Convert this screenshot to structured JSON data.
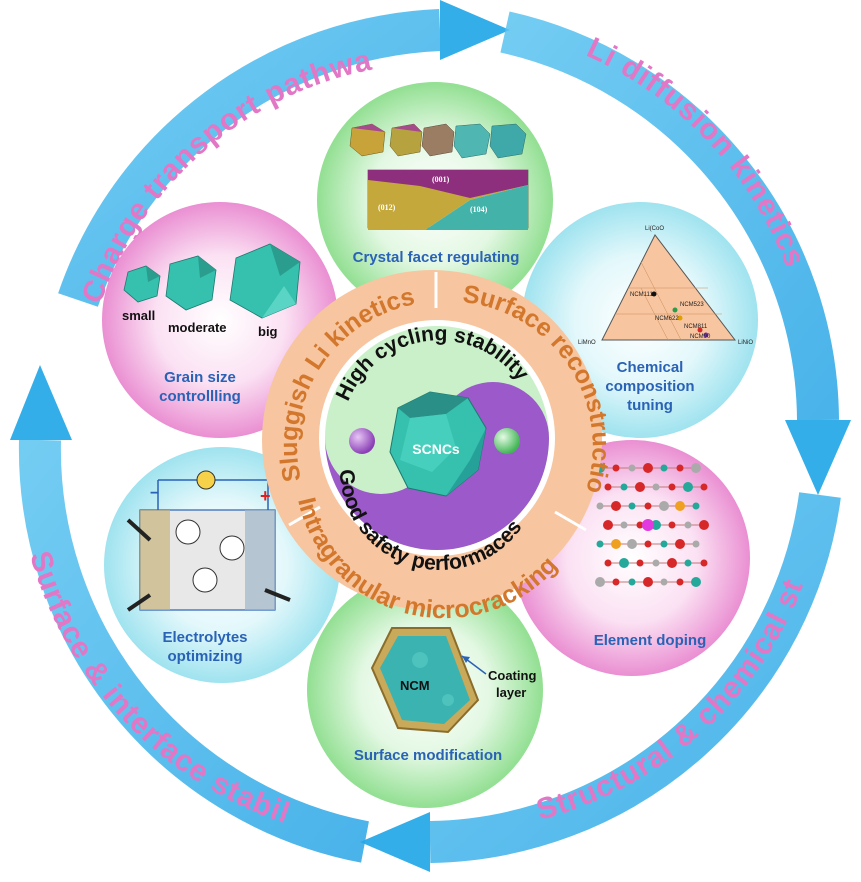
{
  "outer_arrows": {
    "top_left": "Charge transport pathway",
    "top_right": "Li diffusion kinetics",
    "bottom_right": "Structural & chemical  stability",
    "bottom_left": "Surface & interface stability"
  },
  "ring": {
    "top_left": "Sluggish Li kinetics",
    "top_right": "Surface reconstruction",
    "bottom": "Intragranular microcracking"
  },
  "core": {
    "top": "High  cycling stability",
    "center": "SCNCs",
    "bottom": "Good  safety performaces"
  },
  "petals": {
    "crystal_facet": {
      "title": "Crystal facet regulating",
      "facet_labels": [
        "(001)",
        "(012)",
        "(104)"
      ]
    },
    "chemical_composition": {
      "title_line1": "Chemical",
      "title_line2": "composition",
      "title_line3": "tuning",
      "top_vertex": "Li(CoO",
      "left_vertex": "LiMnO",
      "right_vertex": "LiNiO",
      "points": [
        "NCM111",
        "NCM523",
        "NCM622",
        "NCM811",
        "NCM90"
      ]
    },
    "element_doping": {
      "title": "Element doping"
    },
    "surface_modification": {
      "title": "Surface modification",
      "core_label": "NCM",
      "coating_line1": "Coating",
      "coating_line2": "layer"
    },
    "electrolytes": {
      "title_line1": "Electrolytes",
      "title_line2": "optimizing",
      "minus": "−",
      "plus": "+"
    },
    "grain_size": {
      "title_line1": "Grain size",
      "title_line2": "controllling",
      "small": "small",
      "moderate": "moderate",
      "big": "big"
    }
  },
  "colors": {
    "arrow": "#34aee9",
    "ring": "#f7c59f",
    "ring_text": "#d2772c",
    "core_top": "#c9f0c9",
    "core_bottom": "#9b59c9",
    "petal_green": "#a6e6a6",
    "petal_pink": "#ee9fd8",
    "petal_blue": "#b6ecf4",
    "crystal": "#34c2b0",
    "arrow_text": "#e277c6"
  }
}
